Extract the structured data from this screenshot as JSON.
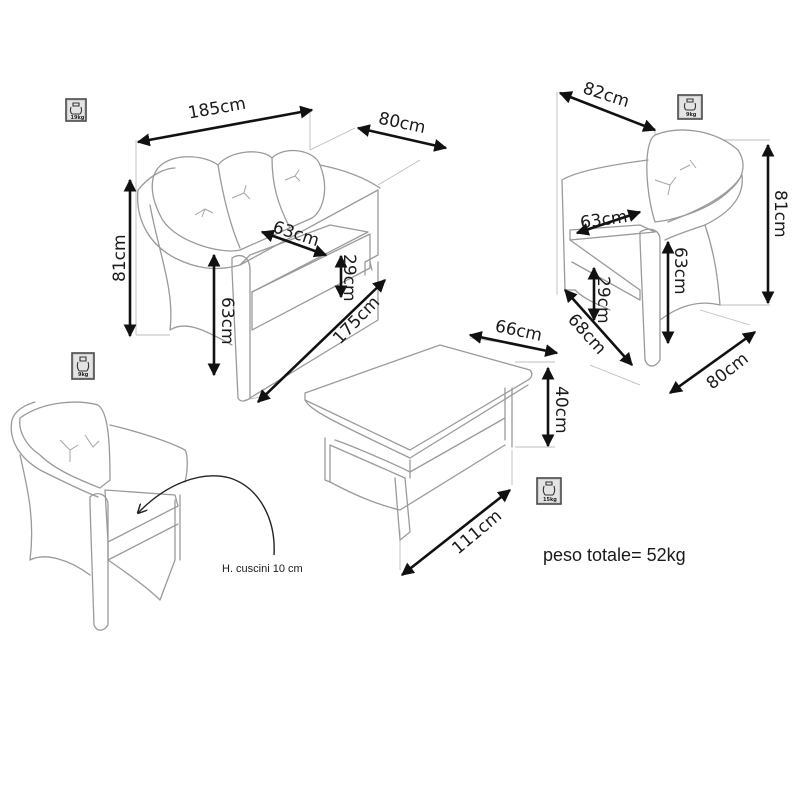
{
  "diagram": {
    "subject": "Garden wicker furniture set dimensions",
    "units": "cm",
    "colors": {
      "furniture_line": "#9a9a9a",
      "dimension_arrow": "#111111",
      "badge_fill": "#cfcfcf",
      "background": "#ffffff"
    }
  },
  "sofa": {
    "weight_badge": "19kg",
    "dims": {
      "width": "185cm",
      "depth": "80cm",
      "height": "81cm",
      "seat_width": "63cm",
      "arm_height": "63cm",
      "seat_height": "29cm",
      "base_length": "175cm"
    }
  },
  "armchair_right": {
    "weight_badge": "9kg",
    "dims": {
      "width": "82cm",
      "height": "81cm",
      "seat_width": "63cm",
      "arm_height": "63cm",
      "seat_height": "29cm",
      "base_depth": "68cm",
      "base_width": "80cm"
    }
  },
  "armchair_left": {
    "weight_badge": "9kg",
    "cushion_note": "H. cuscini 10 cm"
  },
  "table": {
    "weight_badge": "15kg",
    "dims": {
      "depth": "66cm",
      "height": "40cm",
      "length": "111cm"
    }
  },
  "summary": {
    "total_weight": "peso totale= 52kg"
  }
}
